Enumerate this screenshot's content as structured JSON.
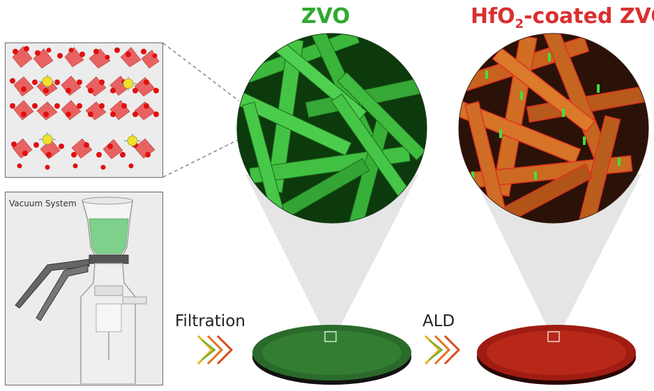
{
  "titles": {
    "zvo": "ZVO",
    "coated_prefix": "HfO",
    "coated_sub": "2",
    "coated_suffix": "-coated ZVO"
  },
  "labels": {
    "filtration": "Filtration",
    "ald": "ALD",
    "vacuum_system": "Vacuum System"
  },
  "colors": {
    "zvo_green": "#2eaa2e",
    "coated_red": "#d93030",
    "arrow_yellow": "#e8b020",
    "arrow_orange": "#e87020",
    "arrow_green": "#60b030"
  }
}
